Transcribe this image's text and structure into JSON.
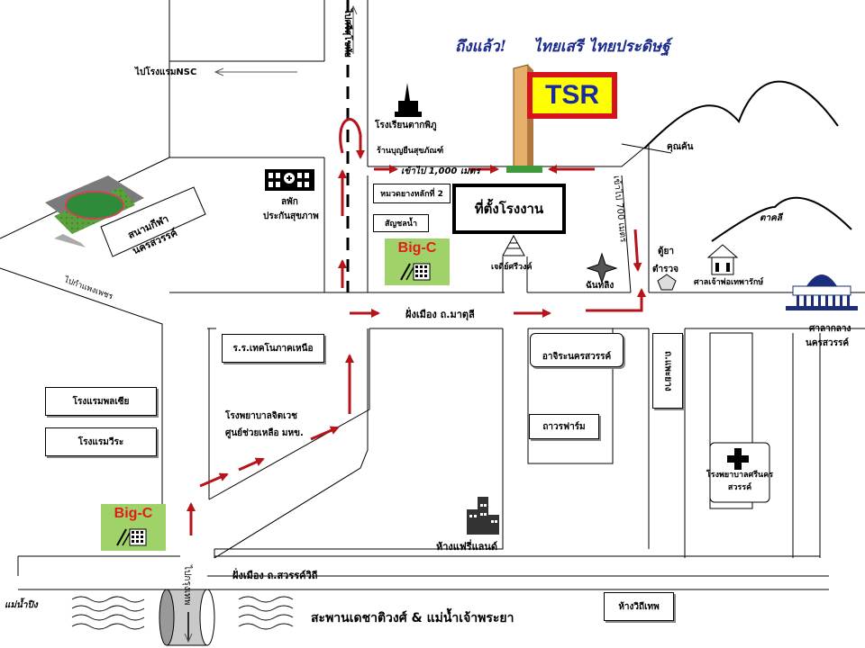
{
  "header": {
    "slogan_left": "ถึงแล้ว!",
    "slogan_right": "ไทยเสรี ไทยประดิษฐ์"
  },
  "company": {
    "logo_text": "TSR",
    "location_label": "ที่ตั้งโรงงาน"
  },
  "roads": {
    "sukhothai_road": "ไปศรีสุโขทัย",
    "to_nsc_hotel": "ไปโรงแรมNSC",
    "to_kamphaeng_phet": "ไปกำแพงเพชร",
    "to_bangkok": "ไปกรุงเทพ",
    "mathuli_road": "ฝั่งเมือง ถ.มาตุลี",
    "sawanwithi_road": "ฝั่งเมือง ถ.สวรรค์วิถี",
    "entrance_distance": "เข้าไป 1,000 เมตร",
    "inbound_distance": "เข้าไป 700 เมตร",
    "pae_yang_road": "ถ.แพะยาง"
  },
  "landmarks": {
    "stadium": "สนามกีฬา นครสวรรค์",
    "hospital_school": "โรงเรียนตากพิภู",
    "boonyu_shop": "ร้านบุญยืนสุขภัณฑ์",
    "health_office_1": "ลพัก",
    "health_office_2": "ประกันสุขภาพ",
    "village_label": "หมวดยางหลักที่ 2",
    "water_office": "สัญชลน้ำ",
    "pagoda": "เจดีย์ศรีวงค์",
    "compass": "ฉันทลิง",
    "police_box_1": "ตู้ยา",
    "police_box_2": "ตำรวจ",
    "temple_1": "คุณค้น",
    "chinese_shrine": "ศาลเจ้าพ่อเทพารักษ์",
    "hills": "ตาคลี",
    "city_hall_1": "ศาลากลาง",
    "city_hall_2": "นครสวรรค์",
    "tech_school": "ร.ร.เทคโนภาคเหนือ",
    "palm_mall": "อาจิระนครสวรรค์",
    "thawon_farm": "ถาวรฟาร์ม",
    "sinthorn_hospital": "โรงพยาบาลศรีนครสวรรค์",
    "hospital_center_1": "โรงพยาบาลจิตเวช",
    "hospital_center_2": "ศูนย์ช่วยเหลือ มหข.",
    "hotel_1": "โรงแรมพลเซีย",
    "hotel_2": "โรงแรมวีระ",
    "fairyland": "ห้างแฟรี่แลนด์",
    "bridge": "สะพานเดชาติวงศ์ & แม่น้ำเจ้าพระยา",
    "river_left": "แม่น้ำปิง",
    "vic_mall": "ห้างวิถีเทพ",
    "big_c_1": "Big-C",
    "big_c_2": "Big-C"
  }
}
